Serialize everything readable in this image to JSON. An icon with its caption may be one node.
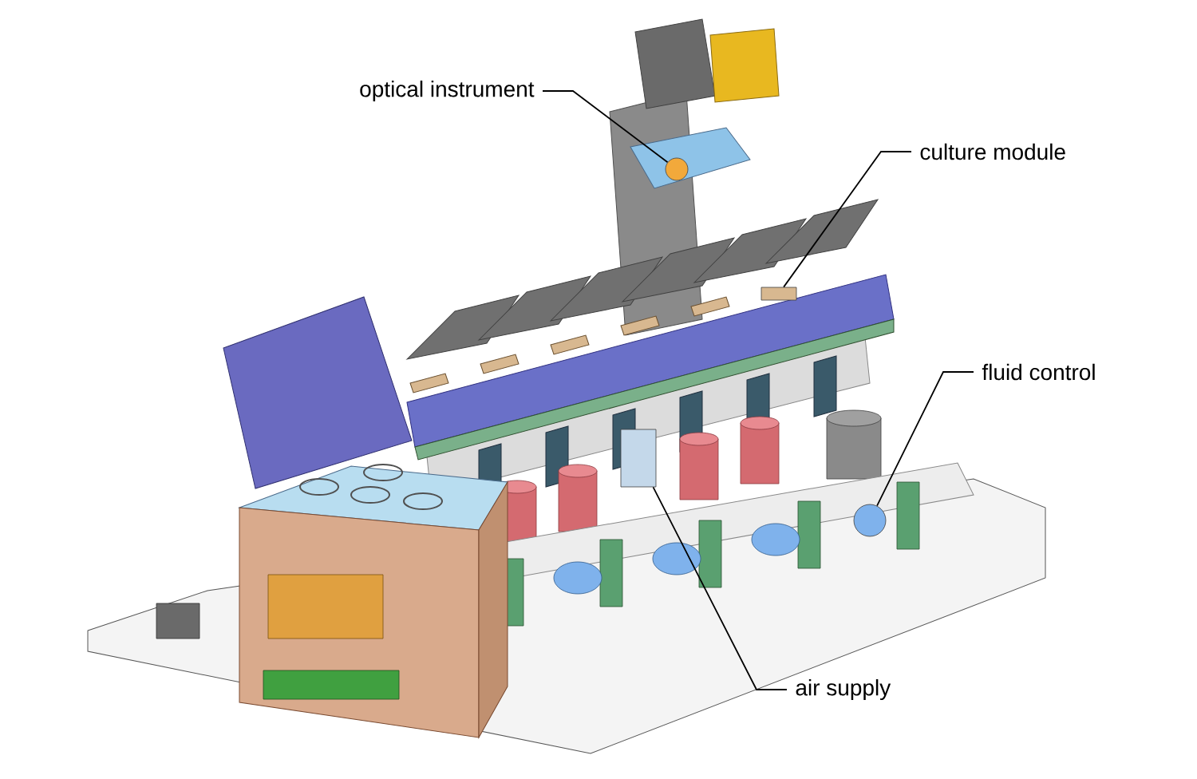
{
  "diagram": {
    "nodes": [
      {
        "text": [
          "optical instrument"
        ]
      },
      {
        "text": [
          "culture module"
        ]
      },
      {
        "text": [
          "fluid control"
        ]
      },
      {
        "text": [
          "air supply"
        ]
      },
      {
        "text": [],
        "shape": "circle"
      },
      {
        "text": [],
        "shape": "box"
      },
      {
        "text": [],
        "shape": "circle"
      },
      {
        "text": [],
        "shape": "box"
      }
    ],
    "edges": [
      {
        "from": 0,
        "to": 4,
        "arrow": "none"
      },
      {
        "from": 1,
        "to": 5,
        "arrow": "none"
      },
      {
        "from": 2,
        "to": 6,
        "arrow": "none"
      },
      {
        "from": 3,
        "to": 7,
        "arrow": "none"
      }
    ]
  }
}
